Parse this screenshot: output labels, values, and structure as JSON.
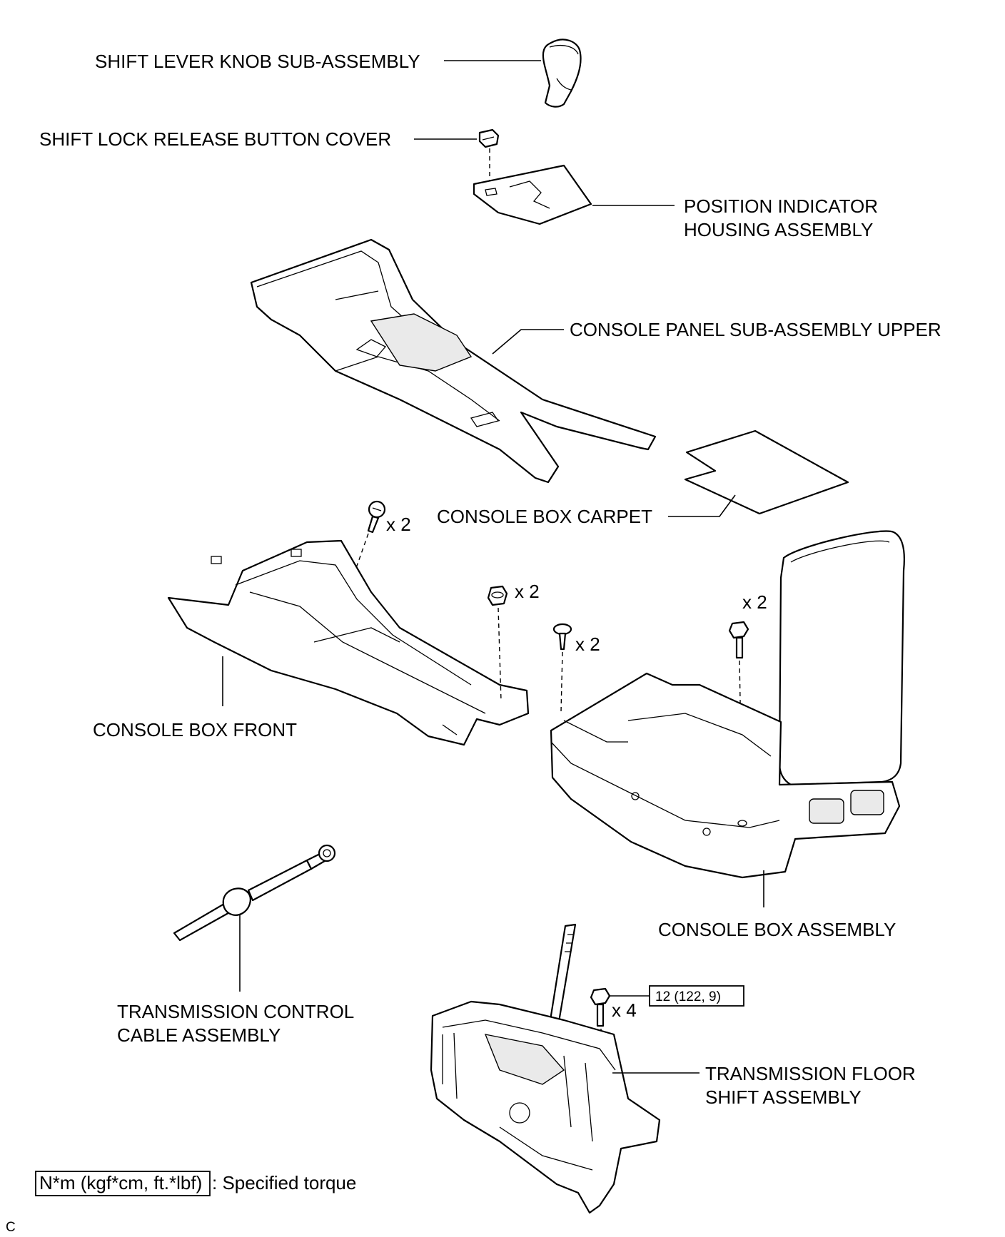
{
  "labels": {
    "shift_lever_knob": "SHIFT LEVER KNOB SUB-ASSEMBLY",
    "shift_lock_cover": "SHIFT LOCK RELEASE BUTTON COVER",
    "position_indicator_1": "POSITION INDICATOR",
    "position_indicator_2": "HOUSING ASSEMBLY",
    "console_panel_upper": "CONSOLE PANEL SUB-ASSEMBLY UPPER",
    "console_box_carpet": "CONSOLE BOX CARPET",
    "console_box_front": "CONSOLE BOX FRONT",
    "console_box_assembly": "CONSOLE BOX ASSEMBLY",
    "trans_cable_1": "TRANSMISSION CONTROL",
    "trans_cable_2": "CABLE ASSEMBLY",
    "trans_floor_1": "TRANSMISSION FLOOR",
    "trans_floor_2": "SHIFT ASSEMBLY"
  },
  "quantities": {
    "screw_front": "x 2",
    "nut_front": "x 2",
    "screw_box": "x 2",
    "bolt_box": "x 2",
    "bolt_shift": "x 4"
  },
  "torque": {
    "value": "12 (122, 9)",
    "legend_unit": "N*m (kgf*cm, ft.*lbf)",
    "legend_text": ": Specified torque"
  },
  "corner_code": "C"
}
